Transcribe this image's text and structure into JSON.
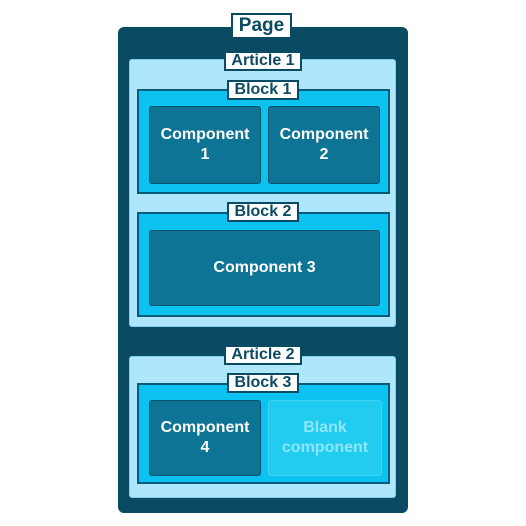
{
  "page": {
    "label": "Page",
    "articles": [
      {
        "label": "Article 1",
        "blocks": [
          {
            "label": "Block 1",
            "components": [
              "Component\n1",
              "Component\n2"
            ]
          },
          {
            "label": "Block 2",
            "components": [
              "Component 3"
            ]
          }
        ]
      },
      {
        "label": "Article 2",
        "blocks": [
          {
            "label": "Block 3",
            "components": [
              "Component\n4",
              "Blank\ncomponent"
            ]
          }
        ]
      }
    ]
  },
  "colors": {
    "page": "#0b4a63",
    "article": "#aee6fb",
    "block": "#0bc2f0",
    "component": "#0e7495",
    "blank_component": "#22cbf0"
  }
}
